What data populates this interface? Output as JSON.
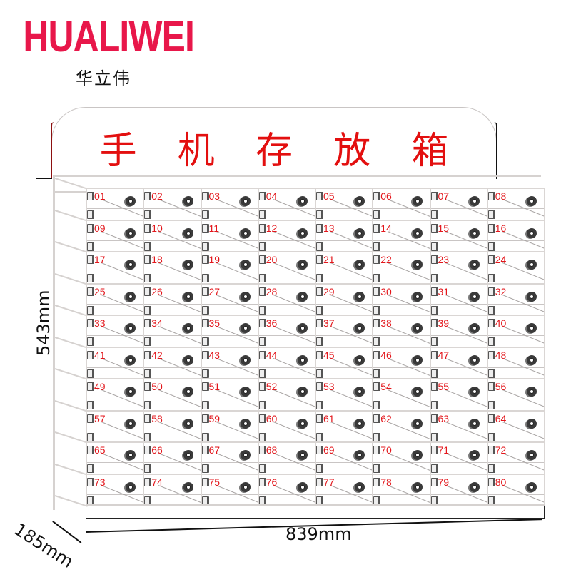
{
  "brand": {
    "name": "HUALIWEI",
    "name_cn": "华立伟",
    "color": "#e8174a"
  },
  "sign": {
    "title_chars": [
      "手",
      "机",
      "存",
      "放",
      "箱"
    ],
    "title": "手机存放箱",
    "color": "#e30f0f"
  },
  "cabinet": {
    "columns": 8,
    "rows": 10,
    "compartments": [
      "01",
      "02",
      "03",
      "04",
      "05",
      "06",
      "07",
      "08",
      "09",
      "10",
      "11",
      "12",
      "13",
      "14",
      "15",
      "16",
      "17",
      "18",
      "19",
      "20",
      "21",
      "22",
      "23",
      "24",
      "25",
      "26",
      "27",
      "28",
      "29",
      "30",
      "31",
      "32",
      "33",
      "34",
      "35",
      "36",
      "37",
      "38",
      "39",
      "40",
      "41",
      "42",
      "43",
      "44",
      "45",
      "46",
      "47",
      "48",
      "49",
      "50",
      "51",
      "52",
      "53",
      "54",
      "55",
      "56",
      "57",
      "58",
      "59",
      "60",
      "61",
      "62",
      "63",
      "64",
      "65",
      "66",
      "67",
      "68",
      "69",
      "70",
      "71",
      "72",
      "73",
      "74",
      "75",
      "76",
      "77",
      "78",
      "79",
      "80"
    ],
    "number_color": "#e3161b"
  },
  "dimensions": {
    "height": "543mm",
    "depth": "185mm",
    "width": "839mm"
  }
}
